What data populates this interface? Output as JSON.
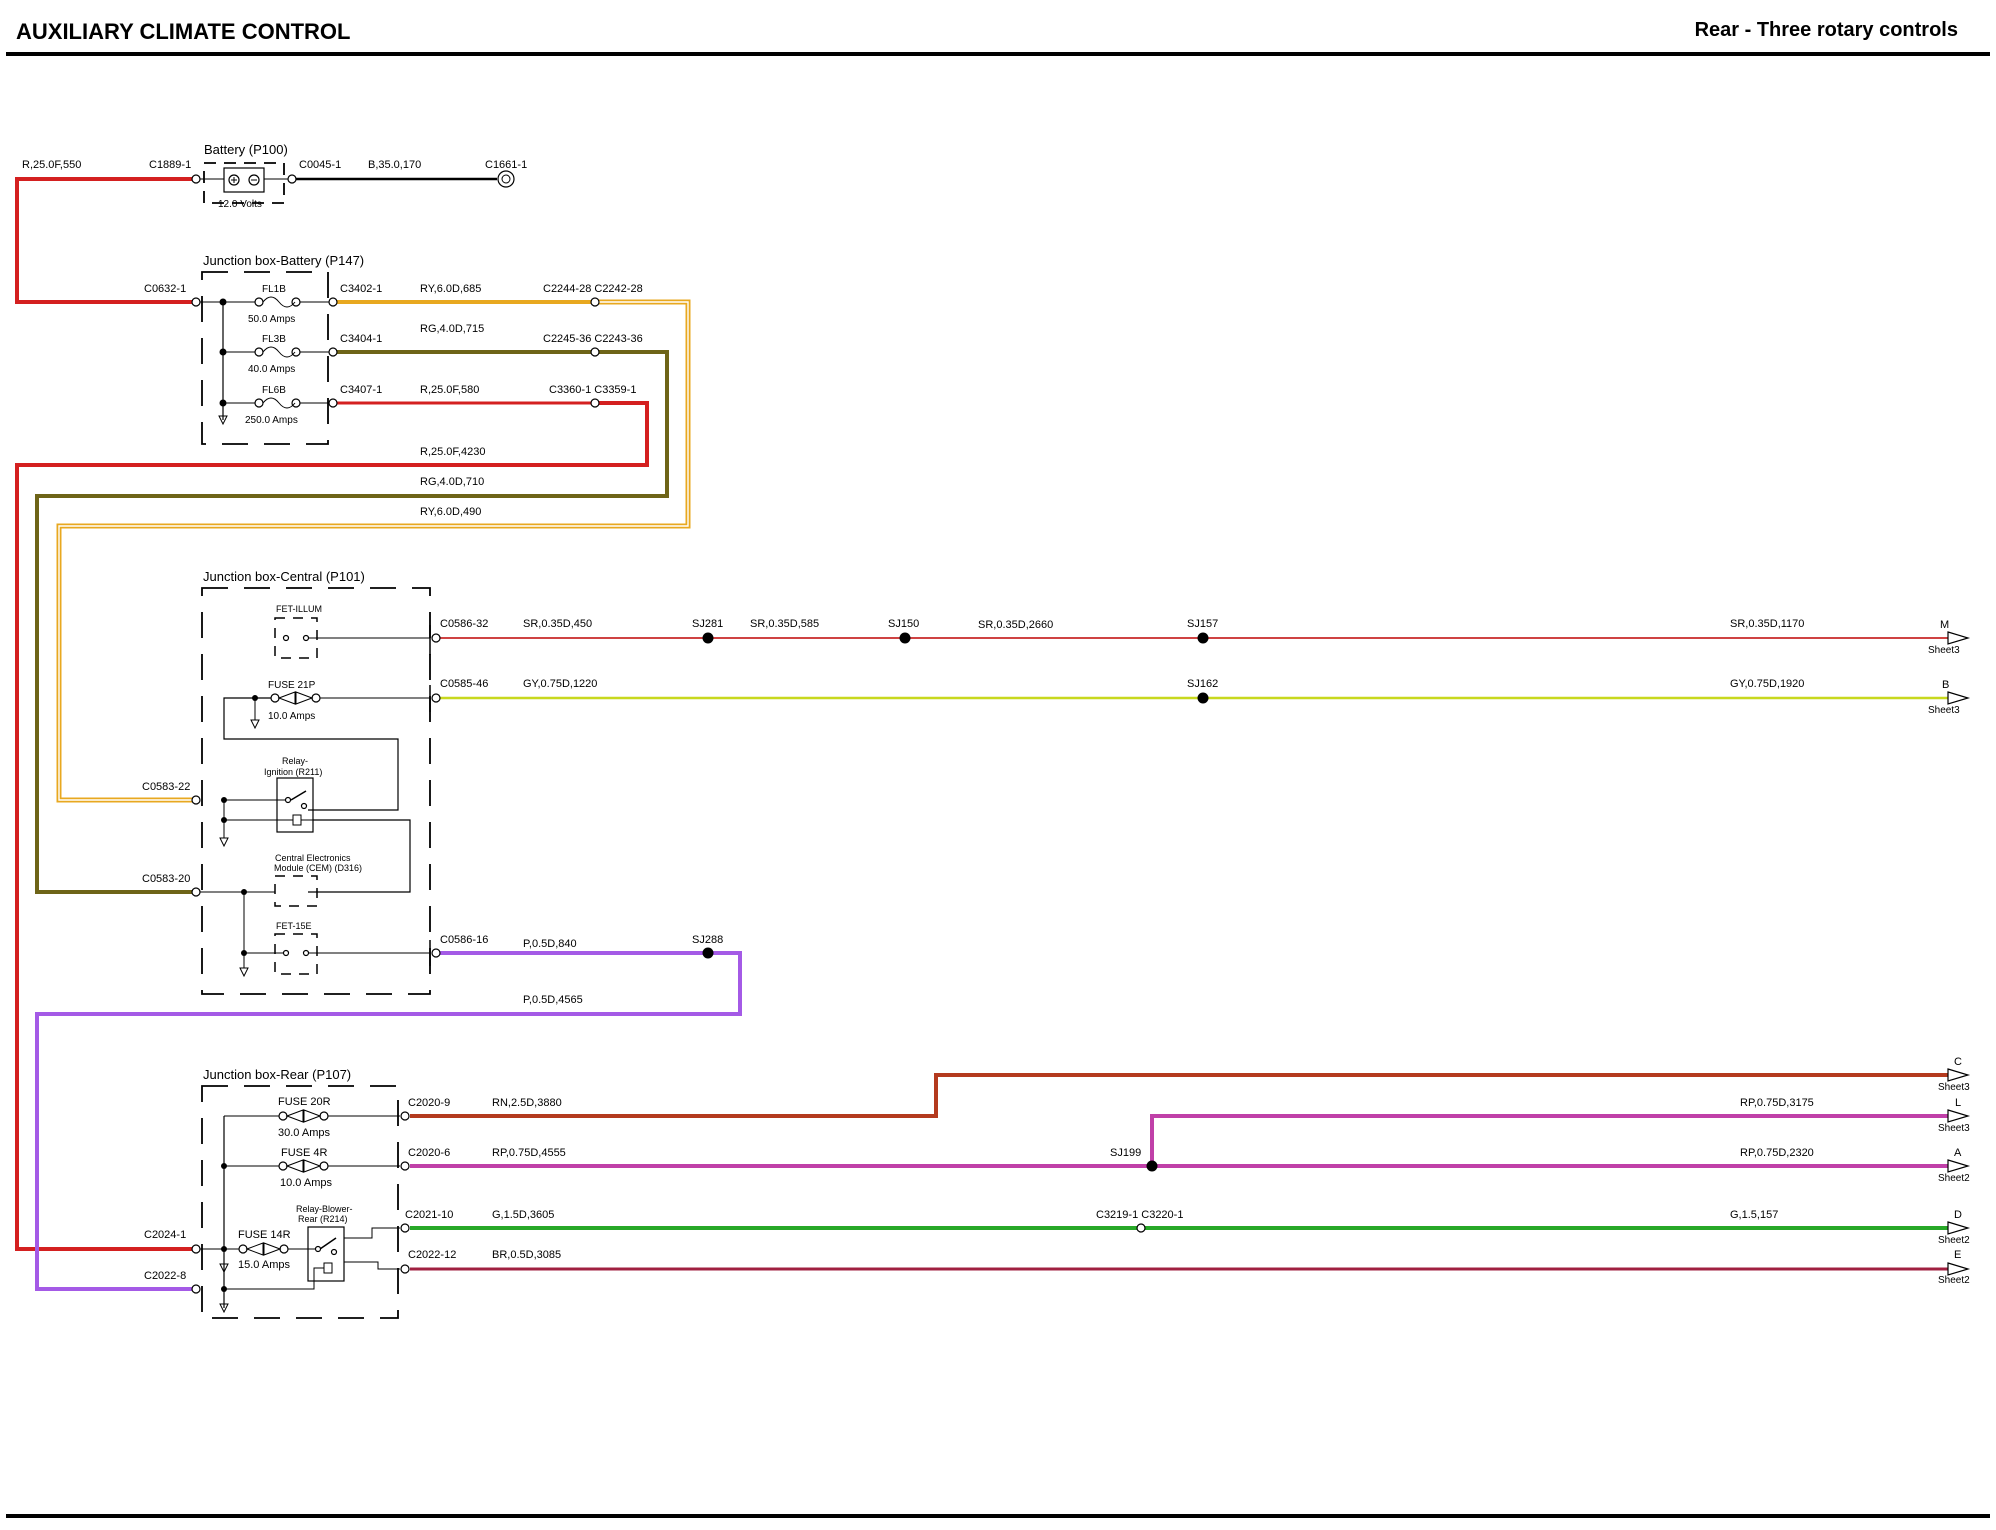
{
  "header": {
    "title": "AUXILIARY CLIMATE CONTROL",
    "subtitle": "Rear - Three rotary controls"
  },
  "colors": {
    "red": "#d42020",
    "olive": "#6e6418",
    "yellow_wire": "#e8a820",
    "dark_red": "#b01c1c",
    "yellow_green": "#c8d81e",
    "purple": "#a45ae6",
    "brown_red": "#b43a1e",
    "magenta": "#c040a8",
    "green": "#28a828",
    "maroon": "#a02040"
  },
  "components": {
    "battery": {
      "title": "Battery (P100)",
      "voltage": "12.0 Volts"
    },
    "jb_battery": {
      "title": "Junction box-Battery (P147)",
      "fuses": [
        {
          "name": "FL1B",
          "rating": "50.0 Amps"
        },
        {
          "name": "FL3B",
          "rating": "40.0 Amps"
        },
        {
          "name": "FL6B",
          "rating": "250.0 Amps"
        }
      ]
    },
    "jb_central": {
      "title": "Junction box-Central (P101)",
      "fet_illum": "FET-ILLUM",
      "fuse21p": {
        "name": "FUSE 21P",
        "rating": "10.0 Amps"
      },
      "relay_ign": [
        "Relay-",
        "Ignition (R211)"
      ],
      "cem": [
        "Central Electronics",
        "Module (CEM) (D316)"
      ],
      "fet15e": "FET-15E"
    },
    "jb_rear": {
      "title": "Junction box-Rear (P107)",
      "fuse20r": {
        "name": "FUSE 20R",
        "rating": "30.0 Amps"
      },
      "fuse4r": {
        "name": "FUSE 4R",
        "rating": "10.0 Amps"
      },
      "fuse14r": {
        "name": "FUSE 14R",
        "rating": "15.0 Amps"
      },
      "relay_blower": [
        "Relay-Blower-",
        "Rear (R214)"
      ]
    }
  },
  "connectors": {
    "c1889": "C1889-1",
    "c0045": "C0045-1",
    "c1661": "C1661-1",
    "c0632": "C0632-1",
    "c3402": "C3402-1",
    "c3404": "C3404-1",
    "c3407": "C3407-1",
    "c2244": "C2244-28 C2242-28",
    "c2245": "C2245-36 C2243-36",
    "c3360": "C3360-1 C3359-1",
    "c0586_32": "C0586-32",
    "c0585_46": "C0585-46",
    "c0583_22": "C0583-22",
    "c0583_20": "C0583-20",
    "c0586_16": "C0586-16",
    "c2020_9": "C2020-9",
    "c2020_6": "C2020-6",
    "c2021_10": "C2021-10",
    "c2022_12": "C2022-12",
    "c2024_1": "C2024-1",
    "c2022_8": "C2022-8",
    "c3219": "C3219-1 C3220-1"
  },
  "splices": {
    "sj281": "SJ281",
    "sj150": "SJ150",
    "sj157": "SJ157",
    "sj162": "SJ162",
    "sj288": "SJ288",
    "sj199": "SJ199"
  },
  "wires": {
    "w_r25_550": "R,25.0F,550",
    "w_b35_170": "B,35.0,170",
    "w_ry6_685": "RY,6.0D,685",
    "w_rg4_715": "RG,4.0D,715",
    "w_r25_580": "R,25.0F,580",
    "w_r25_4230": "R,25.0F,4230",
    "w_rg4_710": "RG,4.0D,710",
    "w_ry6_490": "RY,6.0D,490",
    "w_sr_450": "SR,0.35D,450",
    "w_sr_585": "SR,0.35D,585",
    "w_sr_2660": "SR,0.35D,2660",
    "w_sr_1170": "SR,0.35D,1170",
    "w_gy_1220": "GY,0.75D,1220",
    "w_gy_1920": "GY,0.75D,1920",
    "w_p_840": "P,0.5D,840",
    "w_p_4565": "P,0.5D,4565",
    "w_rn_3880": "RN,2.5D,3880",
    "w_rp_3175": "RP,0.75D,3175",
    "w_rp_4555": "RP,0.75D,4555",
    "w_rp_2320": "RP,0.75D,2320",
    "w_g_3605": "G,1.5D,3605",
    "w_g_157": "G,1.5,157",
    "w_br_3085": "BR,0.5D,3085"
  },
  "offpage": {
    "m": {
      "letter": "M",
      "sheet": "Sheet3"
    },
    "b": {
      "letter": "B",
      "sheet": "Sheet3"
    },
    "c": {
      "letter": "C",
      "sheet": "Sheet3"
    },
    "l": {
      "letter": "L",
      "sheet": "Sheet3"
    },
    "a": {
      "letter": "A",
      "sheet": "Sheet2"
    },
    "d": {
      "letter": "D",
      "sheet": "Sheet2"
    },
    "e": {
      "letter": "E",
      "sheet": "Sheet2"
    }
  }
}
